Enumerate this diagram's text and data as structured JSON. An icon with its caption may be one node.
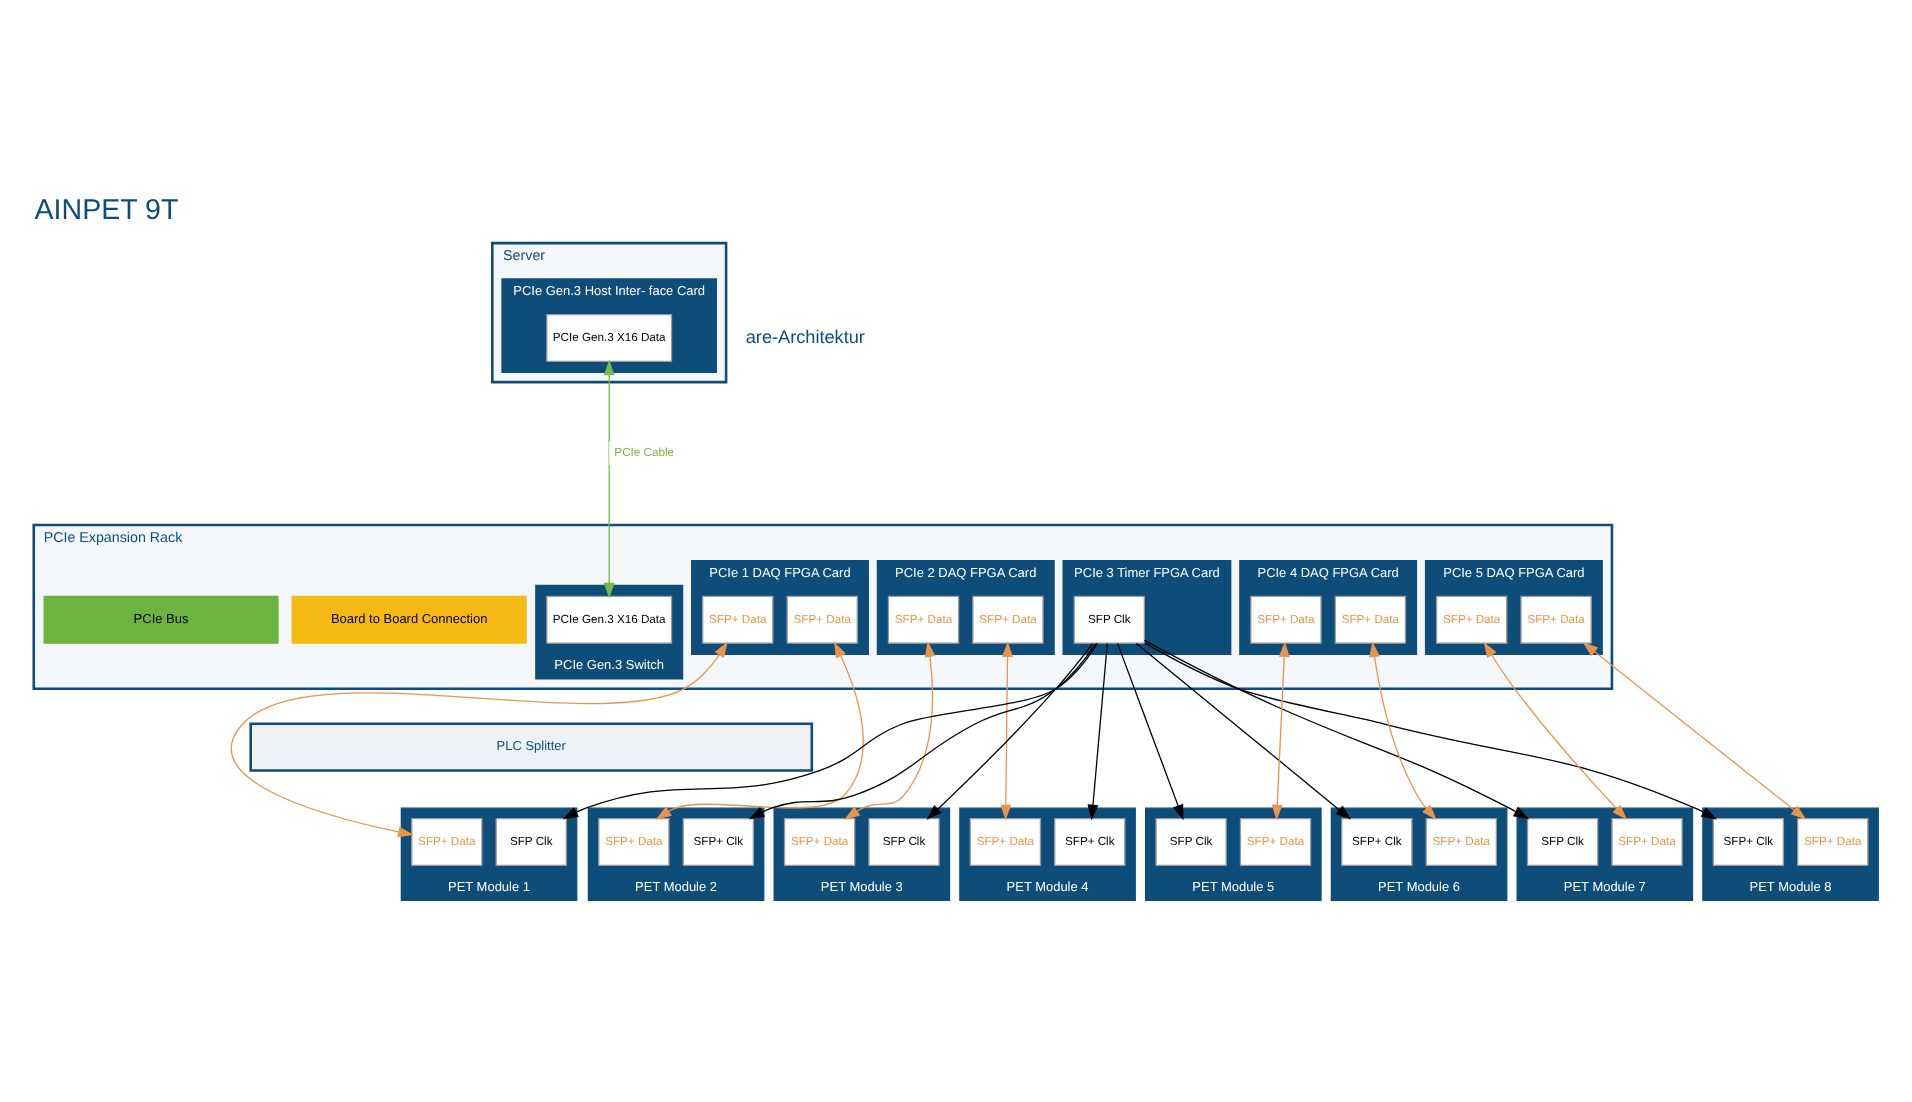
{
  "diagram": {
    "title": "AINPET 9T",
    "nodes": [
      {
        "text": [
          "Server"
        ]
      },
      {
        "text": [
          "PCIe Gen.3 Host Inter- face Card"
        ],
        "in": 0
      },
      {
        "text": [
          "PCIe Gen.3 X16 Data"
        ],
        "in": 1
      },
      {
        "text": [
          "PCIe Expansion Rack"
        ]
      },
      {
        "text": [
          "Board to Board Connection"
        ],
        "in": 3
      },
      {
        "text": [
          "PCIe Bus"
        ],
        "in": 3
      },
      {
        "text": [
          "PCIe 1 DAQ FPGA Card"
        ],
        "in": 3
      },
      {
        "text": [
          "SFP+ Data"
        ],
        "in": 6
      },
      {
        "text": [
          "SFP+ Data"
        ],
        "in": 6
      },
      {
        "text": [
          "PCIe 2 DAQ FPGA Card"
        ],
        "in": 3
      },
      {
        "text": [
          "SFP+ Data"
        ],
        "in": 9
      },
      {
        "text": [
          "SFP+ Data"
        ],
        "in": 9
      },
      {
        "text": [
          "PCIe 3 Timer FPGA Card"
        ],
        "in": 3
      },
      {
        "text": [
          "SFP Clk"
        ],
        "in": 12
      },
      {
        "text": [
          "PCIe 4 DAQ FPGA Card"
        ],
        "in": 3
      },
      {
        "text": [
          "SFP+ Data"
        ],
        "in": 14
      },
      {
        "text": [
          "SFP+ Data"
        ],
        "in": 14
      },
      {
        "text": [
          "PCIe 5 DAQ FPGA Card"
        ],
        "in": 3
      },
      {
        "text": [
          "SFP+ Data"
        ],
        "in": 17
      },
      {
        "text": [
          "SFP+ Data"
        ],
        "in": 17
      },
      {
        "text": [
          "PCIe Gen.3 Switch"
        ],
        "in": 3
      },
      {
        "text": [
          "PCIe Gen.3 X16 Data"
        ],
        "in": 20
      },
      {
        "text": [
          "PLC Splitter"
        ]
      },
      {
        "text": [
          "PET Module 1"
        ]
      },
      {
        "text": [
          "SFP Clk"
        ],
        "in": 23
      },
      {
        "text": [
          "SFP+ Data"
        ],
        "in": 23
      },
      {
        "text": [
          "PET Module 2"
        ]
      },
      {
        "text": [
          "SFP+ Data"
        ],
        "in": 26
      },
      {
        "text": [
          "SFP+ Clk"
        ],
        "in": 26
      },
      {
        "text": [
          "PET Module 3"
        ]
      },
      {
        "text": [
          "SFP Clk"
        ],
        "in": 29
      },
      {
        "text": [
          "SFP+ Data"
        ],
        "in": 29
      },
      {
        "text": [
          "PET Module 4"
        ]
      },
      {
        "text": [
          "SFP+ Data"
        ],
        "in": 32
      },
      {
        "text": [
          "SFP+ Clk"
        ],
        "in": 32
      },
      {
        "text": [
          "PET Module 5"
        ]
      },
      {
        "text": [
          "SFP Clk"
        ],
        "in": 35
      },
      {
        "text": [
          "SFP+ Data"
        ],
        "in": 35
      },
      {
        "text": [
          "PET Module 6"
        ]
      },
      {
        "text": [
          "SFP+ Data"
        ],
        "in": 38
      },
      {
        "text": [
          "SFP+ Clk"
        ],
        "in": 38
      },
      {
        "text": [
          "PET Module 7"
        ]
      },
      {
        "text": [
          "SFP Clk"
        ],
        "in": 41
      },
      {
        "text": [
          "SFP+ Data"
        ],
        "in": 41
      },
      {
        "text": [
          "PET Module 8"
        ]
      },
      {
        "text": [
          "SFP+ Data"
        ],
        "in": 44
      },
      {
        "text": [
          "SFP+ Clk"
        ],
        "in": 44
      }
    ],
    "edges": [
      {
        "from": 2,
        "to": 21,
        "arrow": "both",
        "label": "PCIe Cable",
        "color": "#7ab648"
      },
      {
        "from": 7,
        "to": 25,
        "arrow": "both",
        "color": "#e8954a"
      },
      {
        "from": 8,
        "to": 27,
        "arrow": "both",
        "color": "#e8954a"
      },
      {
        "from": 10,
        "to": 31,
        "arrow": "both",
        "color": "#e8954a"
      },
      {
        "from": 11,
        "to": 33,
        "arrow": "both",
        "color": "#e8954a"
      },
      {
        "from": 15,
        "to": 37,
        "arrow": "both",
        "color": "#e8954a"
      },
      {
        "from": 16,
        "to": 39,
        "arrow": "both",
        "color": "#e8954a"
      },
      {
        "from": 18,
        "to": 43,
        "arrow": "both",
        "color": "#e8954a"
      },
      {
        "from": 19,
        "to": 45,
        "arrow": "both",
        "color": "#e8954a"
      },
      {
        "from": 13,
        "to": 24,
        "arrow": "to",
        "color": "#000000"
      },
      {
        "from": 13,
        "to": 28,
        "arrow": "to",
        "color": "#000000"
      },
      {
        "from": 13,
        "to": 30,
        "arrow": "to",
        "color": "#000000"
      },
      {
        "from": 13,
        "to": 34,
        "arrow": "to",
        "color": "#000000"
      },
      {
        "from": 13,
        "to": 36,
        "arrow": "to",
        "color": "#000000"
      },
      {
        "from": 13,
        "to": 40,
        "arrow": "to",
        "color": "#000000"
      },
      {
        "from": 13,
        "to": 42,
        "arrow": "to",
        "color": "#000000"
      },
      {
        "from": 13,
        "to": 46,
        "arrow": "to",
        "color": "#000000"
      }
    ],
    "labels": [
      "are-Architektur"
    ]
  }
}
